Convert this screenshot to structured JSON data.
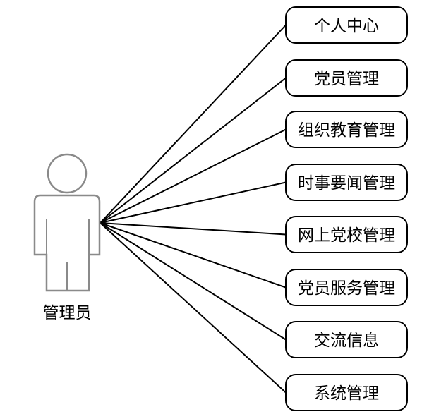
{
  "actor": {
    "label": "管理员"
  },
  "use_cases": [
    {
      "label": "个人中心"
    },
    {
      "label": "党员管理"
    },
    {
      "label": "组织教育管理"
    },
    {
      "label": "时事要闻管理"
    },
    {
      "label": "网上党校管理"
    },
    {
      "label": "党员服务管理"
    },
    {
      "label": "交流信息"
    },
    {
      "label": "系统管理"
    }
  ]
}
